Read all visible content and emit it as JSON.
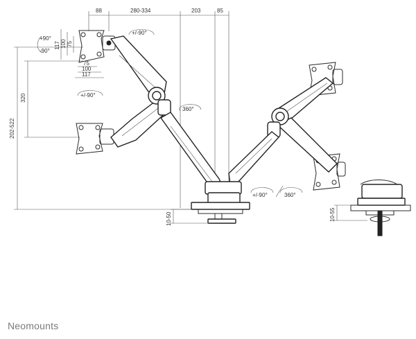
{
  "brand": "Neomounts",
  "dimensions": {
    "top_88": "88",
    "top_280_334": "280-334",
    "top_203": "203",
    "top_85": "85",
    "height_202_522": "202-522",
    "height_320": "320",
    "vesa_117_v": "117",
    "vesa_100_v": "100",
    "vesa_75_v": "75",
    "vesa_75_h": "75",
    "vesa_100_h": "100",
    "vesa_117_h": "117",
    "clamp_10_50": "10-50",
    "grommet_10_55": "10-55"
  },
  "rotations": {
    "tilt_plus": "+90°",
    "tilt_minus": "-90°",
    "rot_top": "+/-90°",
    "rot_vesa": "+/-90°",
    "swivel_arm": "360°",
    "rot_base": "+/-90°",
    "swivel_base": "360°"
  }
}
